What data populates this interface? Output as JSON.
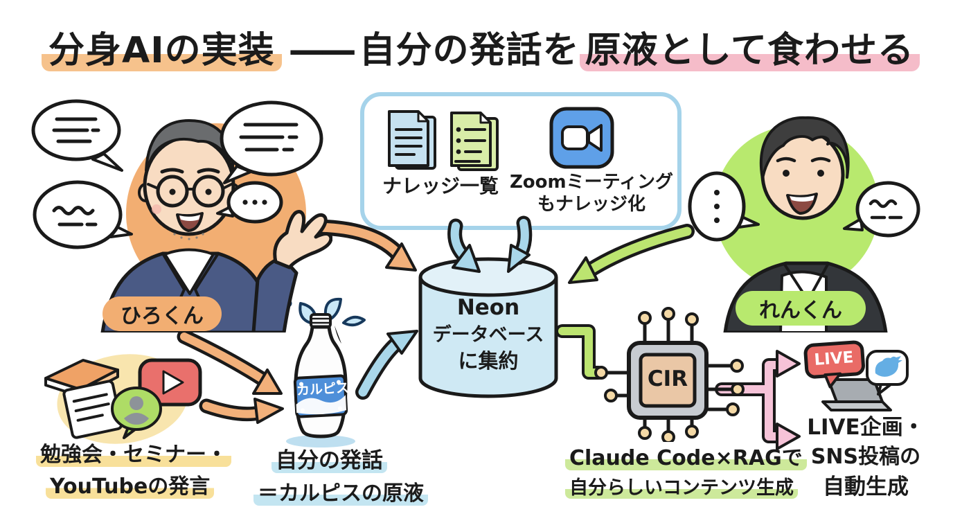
{
  "title": {
    "part1": "分身AIの実装",
    "dash": "——",
    "part2": "自分の発話を",
    "part3": "原液として食わせる"
  },
  "people": {
    "hiro": {
      "label": "ひろくん"
    },
    "ren": {
      "label": "れんくん"
    }
  },
  "knowledge_box": {
    "docs_label": "ナレッジ一覧",
    "zoom_line1": "Zoomミーティング",
    "zoom_line2": "もナレッジ化"
  },
  "database": {
    "line1": "Neon",
    "line2": "データベース",
    "line3": "に集約"
  },
  "sources": {
    "line1": "勉強会・セミナー・",
    "line2": "YouTubeの発言"
  },
  "bottle": {
    "brand": "カルピス",
    "line1": "自分の発話",
    "line2": "＝カルピスの原液"
  },
  "chip": {
    "label": "CIR",
    "line1": "Claude Code×RAGで",
    "line2": "自分らしいコンテンツ生成"
  },
  "outputs": {
    "live": "LIVE",
    "line1": "LIVE企画・",
    "line2": "SNS投稿の",
    "line3": "自動生成"
  },
  "colors": {
    "highlight_orange": "#F6C28C",
    "highlight_pink": "#F5BCC9",
    "highlight_yellow": "#F8E09A",
    "highlight_blue": "#C3E5F1",
    "highlight_green": "#CDE99B",
    "accent_orange": "#F2AE72",
    "accent_green": "#B8E96E",
    "arrow_orange": "#F2B07A",
    "arrow_blue": "#A9D7EA",
    "arrow_green": "#BCE470",
    "arrow_pink": "#F6C3D8",
    "db_fill": "#CFE9F4",
    "zoom_blue": "#5FA0E8",
    "youtube_red": "#E9706C",
    "twitter_blue": "#64AEE4",
    "live_red": "#E96B66"
  }
}
